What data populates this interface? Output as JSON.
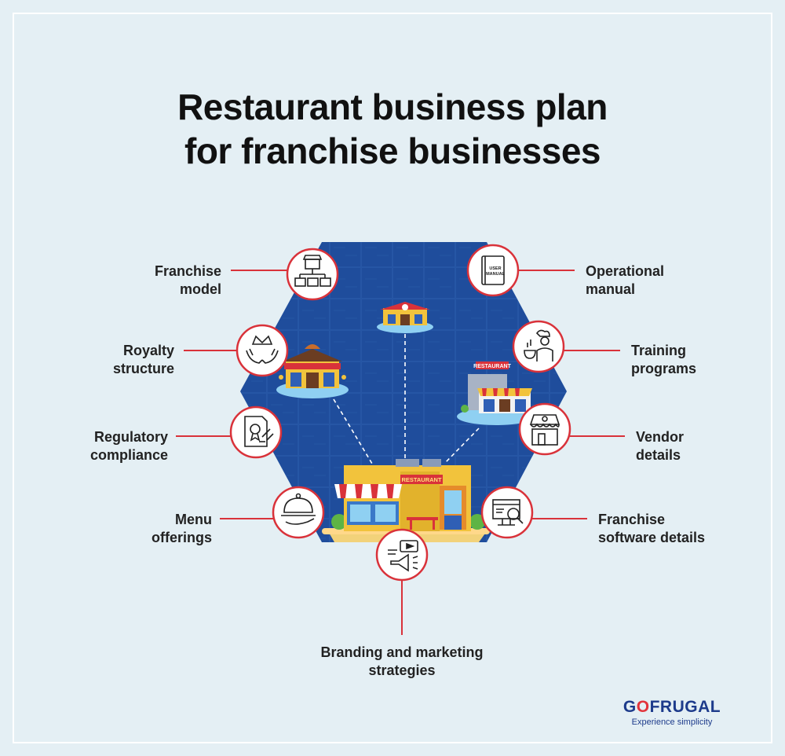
{
  "title": {
    "line1": "Restaurant business plan",
    "line2": "for franchise businesses"
  },
  "items": {
    "franchise_model": {
      "line1": "Franchise",
      "line2": "model",
      "icon": "stores-network-icon"
    },
    "royalty_structure": {
      "line1": "Royalty",
      "line2": "structure",
      "icon": "crown-hands-icon"
    },
    "regulatory_compliance": {
      "line1": "Regulatory",
      "line2": "compliance",
      "icon": "certificate-gavel-icon"
    },
    "menu_offerings": {
      "line1": "Menu",
      "line2": "offerings",
      "icon": "cloche-icon"
    },
    "branding_marketing": {
      "line1": "Branding and marketing",
      "line2": "strategies",
      "icon": "megaphone-video-icon"
    },
    "operational_manual": {
      "line1": "Operational",
      "line2": "manual",
      "icon": "user-manual-book-icon",
      "book_text1": "USER",
      "book_text2": "MANUAL"
    },
    "training_programs": {
      "line1": "Training",
      "line2": "programs",
      "icon": "chef-icon"
    },
    "vendor_details": {
      "line1": "Vendor",
      "line2": "details",
      "icon": "vendor-shop-icon"
    },
    "franchise_software": {
      "line1": "Franchise",
      "line2": "software details",
      "icon": "software-monitor-icon"
    }
  },
  "illustration": {
    "main_sign": "RESTAURANT",
    "side_sign": "RESTAURANT"
  },
  "colors": {
    "background": "#e4eff4",
    "hexagon": "#1f4d9c",
    "connector": "#d9323a",
    "circle_border": "#d9323a"
  },
  "logo": {
    "brand_a": "G",
    "brand_o": "O",
    "brand_rest": "FRUGAL",
    "tagline": "Experience simplicity"
  }
}
